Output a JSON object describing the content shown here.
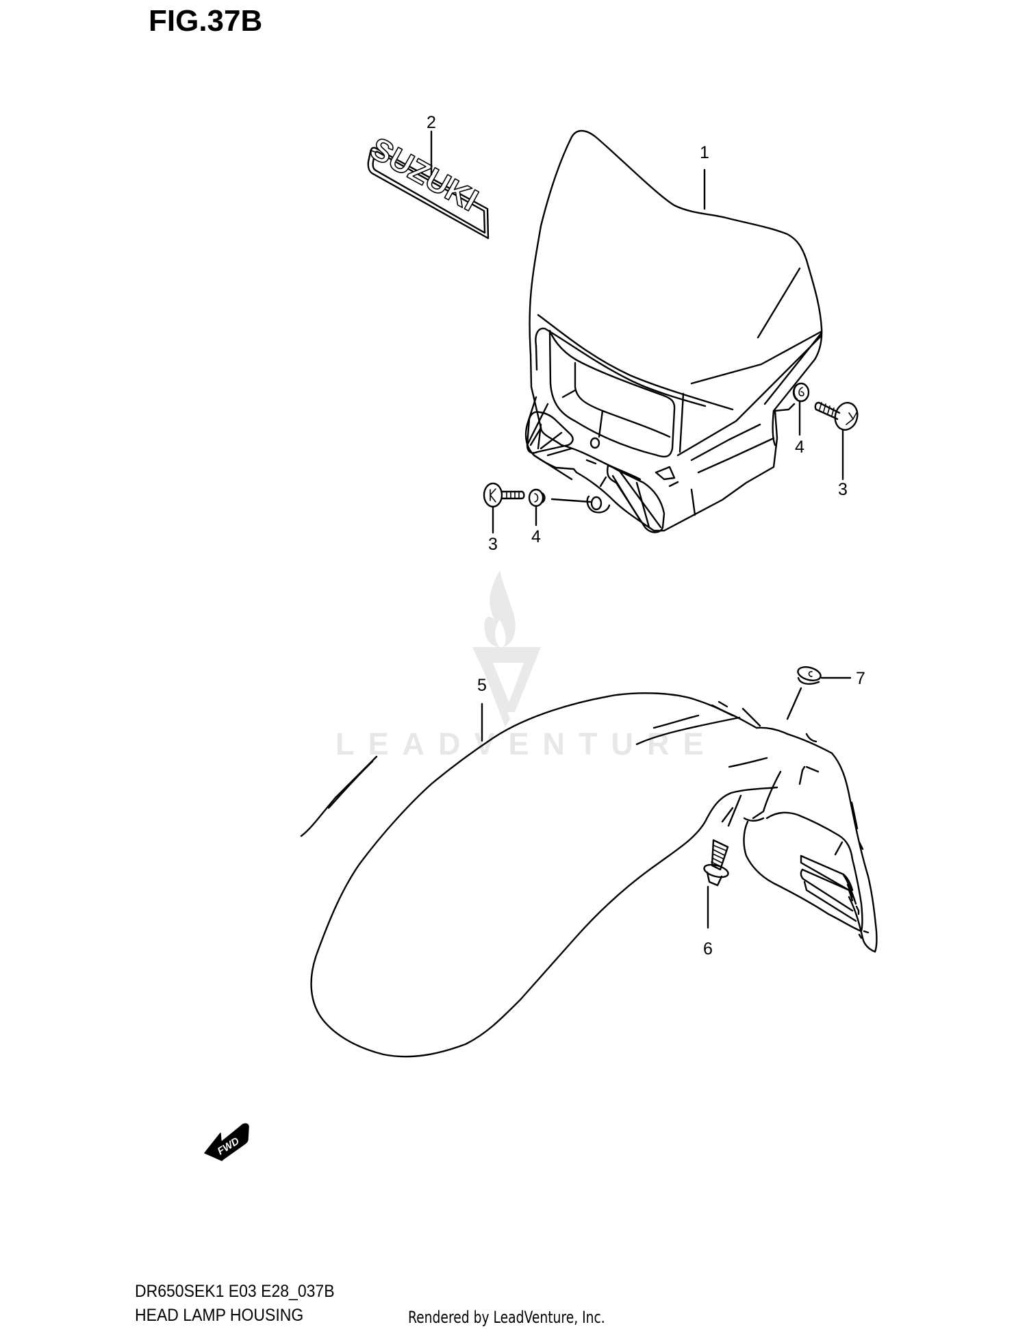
{
  "figure": {
    "title": "FIG.37B"
  },
  "callouts": [
    {
      "number": "1",
      "part": "head-lamp-housing"
    },
    {
      "number": "2",
      "part": "suzuki-emblem"
    },
    {
      "number": "3",
      "part": "bolt"
    },
    {
      "number": "4",
      "part": "cushion"
    },
    {
      "number": "3",
      "part": "bolt"
    },
    {
      "number": "4",
      "part": "cushion"
    },
    {
      "number": "5",
      "part": "front-fender"
    },
    {
      "number": "6",
      "part": "bolt"
    },
    {
      "number": "7",
      "part": "cushion"
    }
  ],
  "emblem": {
    "text": "SUZUKI"
  },
  "direction_badge": {
    "text": "FWD"
  },
  "watermark": {
    "text": "LEADVENTURE"
  },
  "footer": {
    "model_code": "DR650SEK1 E03 E28_037B",
    "section_title": "HEAD LAMP HOUSING",
    "credit": "Rendered by LeadVenture, Inc."
  }
}
